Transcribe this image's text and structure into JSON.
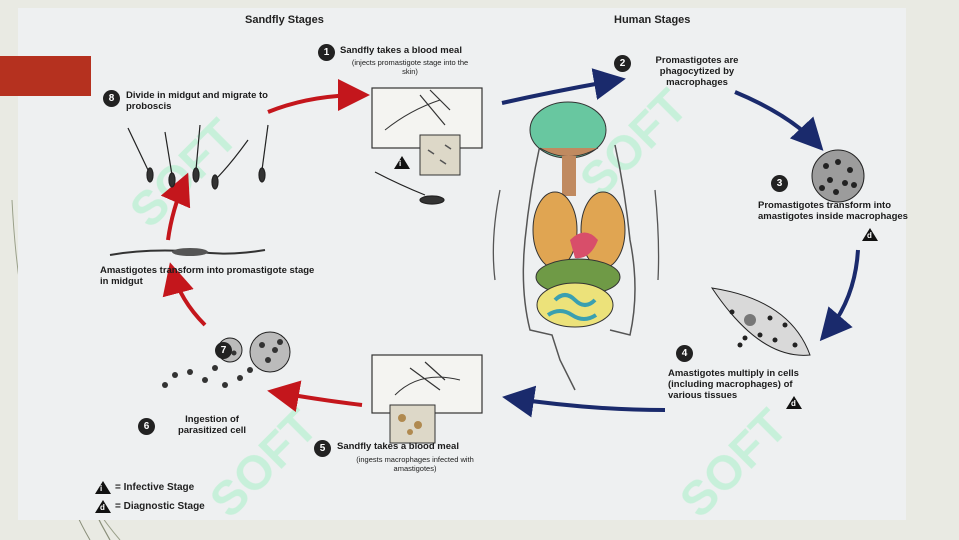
{
  "colors": {
    "background": "#e9eae3",
    "panel": "#eef0f1",
    "accent": "#b5311f",
    "red_arrow": "#c4161c",
    "blue_arrow": "#1a2a6c",
    "watermark": "#7ff0b0"
  },
  "headers": {
    "sandfly": "Sandfly Stages",
    "human": "Human Stages"
  },
  "steps": [
    {
      "number": "1",
      "title": "Sandfly takes a blood meal",
      "sub": "(injects promastigote stage into the skin)"
    },
    {
      "number": "2",
      "title": "Promastigotes are phagocytized by macrophages",
      "sub": ""
    },
    {
      "number": "3",
      "title": "Promastigotes transform into amastigotes inside macrophages",
      "sub": ""
    },
    {
      "number": "4",
      "title": "Amastigotes multiply in cells (including macrophages) of various tissues",
      "sub": ""
    },
    {
      "number": "5",
      "title": "Sandfly takes a blood meal",
      "sub": "(ingests macrophages infected with amastigotes)"
    },
    {
      "number": "6",
      "title": "Ingestion of parasitized cell",
      "sub": ""
    },
    {
      "number": "7",
      "title": "Amastigotes transform into promastigote stage in midgut",
      "sub": ""
    },
    {
      "number": "8",
      "title": "Divide in midgut and migrate to proboscis",
      "sub": ""
    }
  ],
  "legend": {
    "infective_symbol": "i",
    "infective": "= Infective Stage",
    "diagnostic_symbol": "d",
    "diagnostic": "= Diagnostic Stage"
  }
}
